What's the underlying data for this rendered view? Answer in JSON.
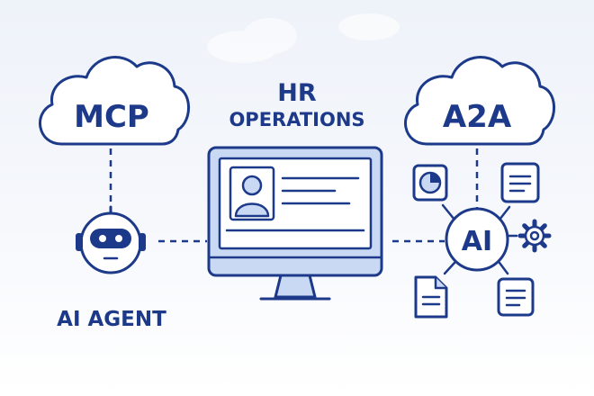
{
  "labels": {
    "mcp": "MCP",
    "a2a": "A2A",
    "hr_line1": "HR",
    "hr_line2": "OPERATIONS",
    "ai_agent": "AI AGENT",
    "ai_hub": "AI"
  },
  "colors": {
    "primary": "#1d3a8a",
    "accent_light": "#c9d9f3",
    "background": "#eef2f9"
  },
  "icons": {
    "robot": "robot-icon",
    "monitor": "monitor-icon",
    "user_profile": "user-profile-icon",
    "pie_chart": "pie-chart-icon",
    "document": "document-icon",
    "gear": "gear-icon"
  }
}
